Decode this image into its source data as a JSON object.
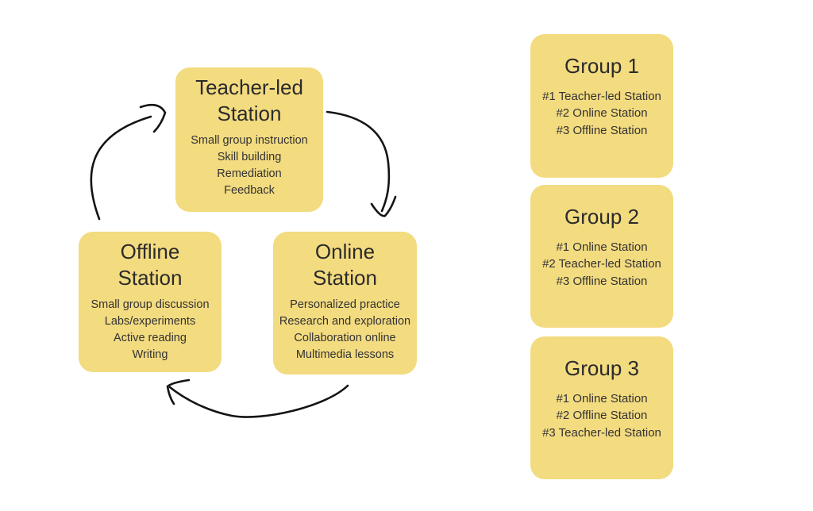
{
  "colors": {
    "card_fill": "#F3DB80",
    "text": "#2e2e2e",
    "arrow_stroke": "#141414",
    "background": "#ffffff"
  },
  "cycle": {
    "stations": [
      {
        "id": "teacher-led-station",
        "title_lines": [
          "Teacher-led",
          "Station"
        ],
        "items": [
          "Small group instruction",
          "Skill building",
          "Remediation",
          "Feedback"
        ]
      },
      {
        "id": "offline-station",
        "title_lines": [
          "Offline",
          "Station"
        ],
        "items": [
          "Small group discussion",
          "Labs/experiments",
          "Active reading",
          "Writing"
        ]
      },
      {
        "id": "online-station",
        "title_lines": [
          "Online",
          "Station"
        ],
        "items": [
          "Personalized practice",
          "Research and exploration",
          "Collaboration online",
          "Multimedia lessons"
        ]
      }
    ],
    "arrows": [
      {
        "from": "Offline Station",
        "to": "Teacher-led Station"
      },
      {
        "from": "Teacher-led Station",
        "to": "Online Station"
      },
      {
        "from": "Online Station",
        "to": "Offline Station"
      }
    ]
  },
  "groups": [
    {
      "title": "Group 1",
      "items": [
        "#1 Teacher-led Station",
        "#2 Online Station",
        "#3 Offline Station"
      ]
    },
    {
      "title": "Group 2",
      "items": [
        "#1 Online Station",
        "#2 Teacher-led Station",
        "#3 Offline Station"
      ]
    },
    {
      "title": "Group 3",
      "items": [
        "#1 Online Station",
        "#2 Offline Station",
        "#3 Teacher-led Station"
      ]
    }
  ]
}
